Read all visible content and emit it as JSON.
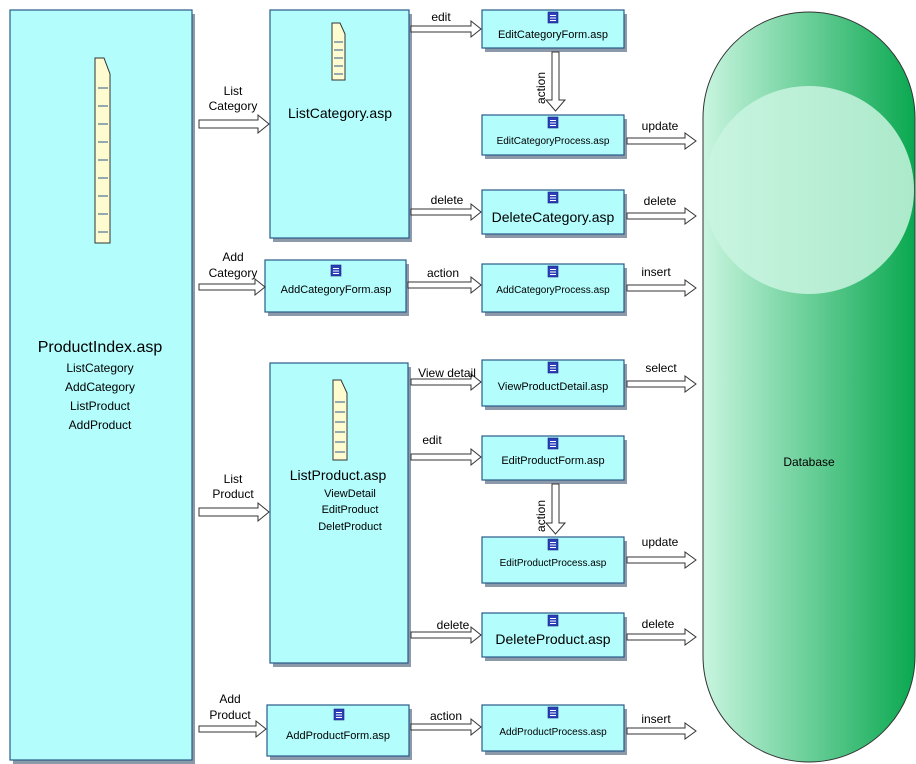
{
  "nodes": {
    "product_index": {
      "title": "ProductIndex.asp",
      "items": [
        "ListCategory",
        "AddCategory",
        "ListProduct",
        "AddProduct"
      ]
    },
    "list_category": {
      "title": "ListCategory.asp"
    },
    "add_category_form": {
      "title": "AddCategoryForm.asp"
    },
    "list_product": {
      "title": "ListProduct.asp",
      "items": [
        "ViewDetail",
        "EditProduct",
        "DeletProduct"
      ]
    },
    "add_product_form": {
      "title": "AddProductForm.asp"
    },
    "edit_category_form": {
      "title": "EditCategoryForm.asp"
    },
    "edit_category_process": {
      "title": "EditCategoryProcess.asp"
    },
    "delete_category": {
      "title": "DeleteCategory.asp"
    },
    "add_category_process": {
      "title": "AddCategoryProcess.asp"
    },
    "view_product_detail": {
      "title": "ViewProductDetail.asp"
    },
    "edit_product_form": {
      "title": "EditProductForm.asp"
    },
    "edit_product_process": {
      "title": "EditProductProcess.asp"
    },
    "delete_product": {
      "title": "DeleteProduct.asp"
    },
    "add_product_process": {
      "title": "AddProductProcess.asp"
    },
    "database": {
      "title": "Database"
    }
  },
  "edges": {
    "list_category": {
      "line1": "List",
      "line2": "Category"
    },
    "add_category": {
      "line1": "Add",
      "line2": "Category"
    },
    "list_product": {
      "line1": "List",
      "line2": "Product"
    },
    "add_product": {
      "line1": "Add",
      "line2": "Product"
    },
    "edit_category": "edit",
    "edit_category_action": "action",
    "delete_category": "delete",
    "add_category_action": "action",
    "edit_category_update": "update",
    "delete_category_delete": "delete",
    "add_category_insert": "insert",
    "view_detail": "View detail",
    "edit_product": "edit",
    "edit_product_action": "action",
    "delete_product": "delete",
    "add_product_action": "action",
    "view_detail_select": "select",
    "edit_product_update": "update",
    "delete_product_delete": "delete",
    "add_product_insert": "insert"
  },
  "colors": {
    "box_fill": "#b3fdfd",
    "box_border": "#2a5a8a",
    "doc_icon": "#2b3fb8",
    "database_light": "#c9f5e0",
    "database_dark": "#0aa850"
  },
  "icons": {
    "page": "page-icon",
    "doc": "document-icon"
  }
}
